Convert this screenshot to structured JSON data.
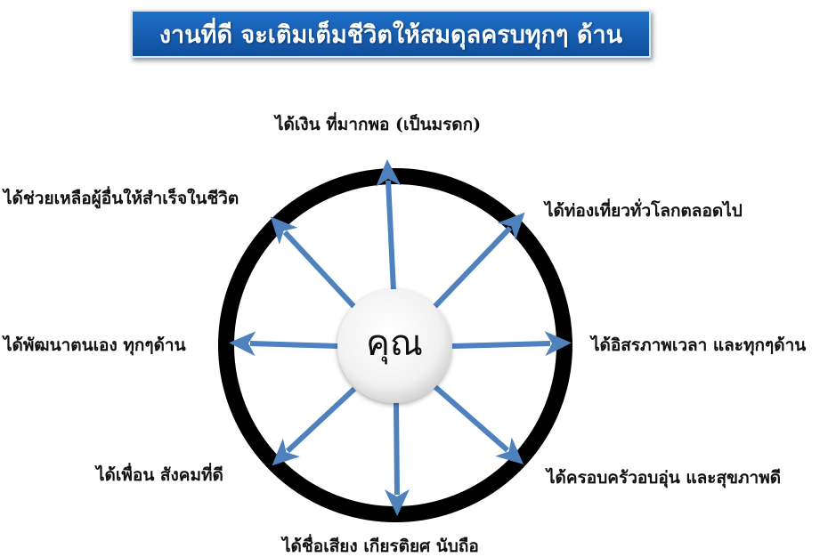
{
  "title": "งานที่ดี จะเติมเต็มชีวิตให้สมดุลครบทุกๆ ด้าน",
  "center": "คุณ",
  "colors": {
    "banner": "#1668c0",
    "arrow": "#4f81bd",
    "ring": "#000000",
    "text": "#111111"
  },
  "outcomes": [
    "ได้เงิน ที่มากพอ (เป็นมรดก)",
    "ได้ท่องเที่ยวทั่วโลกตลอดไป",
    "ได้อิสรภาพเวลา และทุกๆด้าน",
    "ได้ครอบครัวอบอุ่น และสุขภาพดี",
    "ได้ชื่อเสียง เกียรติยศ นับถือ",
    "ได้เพื่อน สังคมที่ดี",
    "ได้พัฒนาตนเอง ทุกๆด้าน",
    "ได้ช่วยเหลือผู้อื่นให้สำเร็จในชีวิต"
  ]
}
